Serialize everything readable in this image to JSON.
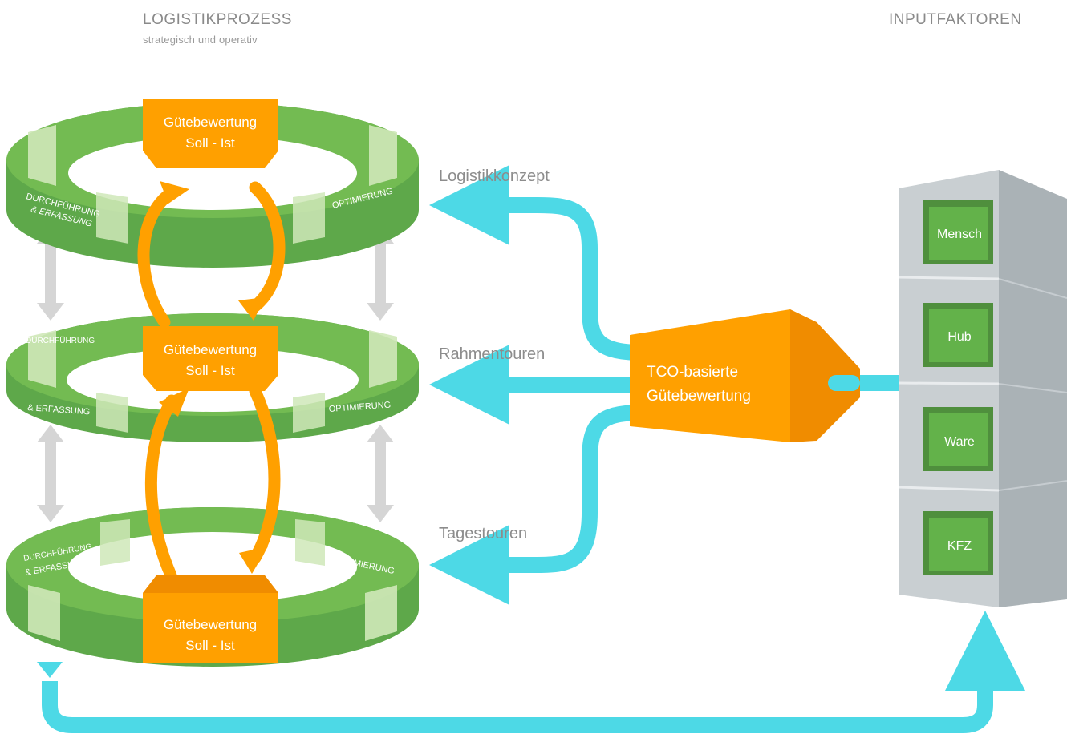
{
  "header": {
    "left_title": "LOGISTIKPROZESS",
    "left_subtitle": "strategisch und operativ",
    "right_title": "INPUTFAKTOREN"
  },
  "rings": [
    {
      "box_line1": "Gütebewertung",
      "box_line2": "Soll - Ist",
      "left_line1": "DURCHFÜHRUNG",
      "left_line2": "& ERFASSUNG",
      "right_label": "OPTIMIERUNG"
    },
    {
      "box_line1": "Gütebewertung",
      "box_line2": "Soll - Ist",
      "left_line1": "DURCHFÜHRUNG",
      "left_line2": "& ERFASSUNG",
      "right_label": "OPTIMIERUNG"
    },
    {
      "box_line1": "Gütebewertung",
      "box_line2": "Soll - Ist",
      "left_line1": "DURCHFÜHRUNG",
      "left_line2": "& ERFASSUNG",
      "right_label": "OPTIMIERUNG"
    }
  ],
  "flows": {
    "logistikkonzept": "Logistikkonzept",
    "rahmentouren": "Rahmentouren",
    "tagestouren": "Tagestouren"
  },
  "tco": {
    "line1": "TCO-basierte",
    "line2": "Gütebewertung"
  },
  "ghost_label": {
    "line1": "TCO-basierte",
    "line2": "Gütebewertung"
  },
  "factors": [
    "Mensch",
    "Hub",
    "Ware",
    "KFZ"
  ],
  "colors": {
    "green_dark": "#5ea84a",
    "green_mid": "#73bb52",
    "green_light": "#cfe8b8",
    "orange": "#ffa000",
    "orange_dark": "#f08c00",
    "cyan": "#4dd9e6",
    "gray_tower": "#c9cfd2",
    "gray_arrow": "#d5d5d5"
  }
}
